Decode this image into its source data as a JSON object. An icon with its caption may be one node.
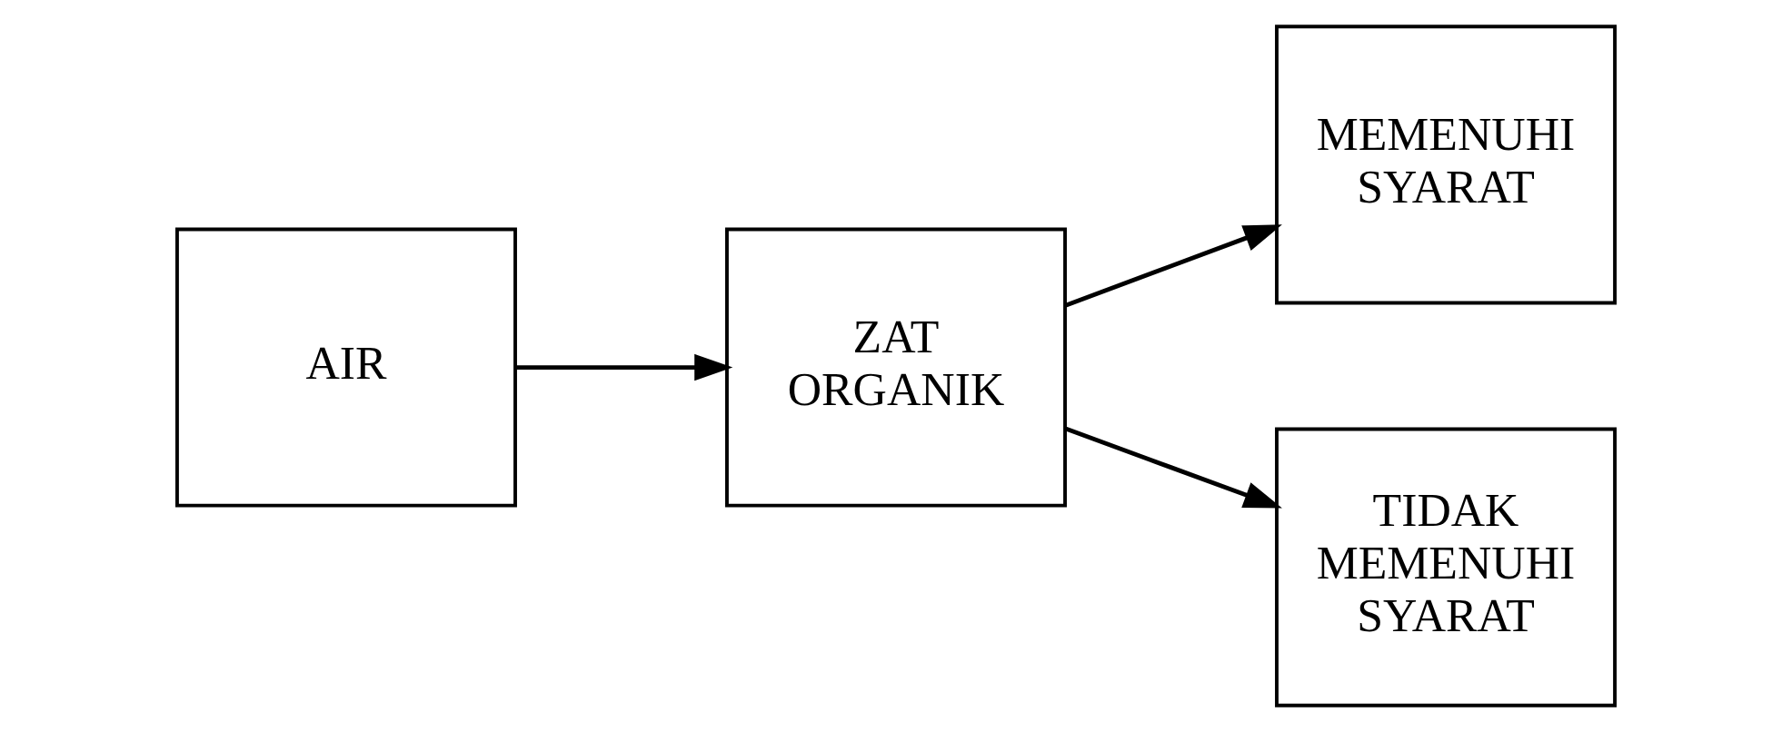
{
  "diagram": {
    "nodes": [
      {
        "text": [
          "AIR"
        ]
      },
      {
        "text": [
          "ZAT ORGANIK"
        ]
      },
      {
        "text": [
          "MEMENUHI SYARAT"
        ]
      },
      {
        "text": [
          "TIDAK MEMENUHI SYARAT"
        ]
      }
    ],
    "edges": [
      {
        "from": 0,
        "to": 1,
        "arrow": "to"
      },
      {
        "from": 1,
        "to": 2,
        "arrow": "to"
      },
      {
        "from": 1,
        "to": 3,
        "arrow": "to"
      }
    ]
  }
}
